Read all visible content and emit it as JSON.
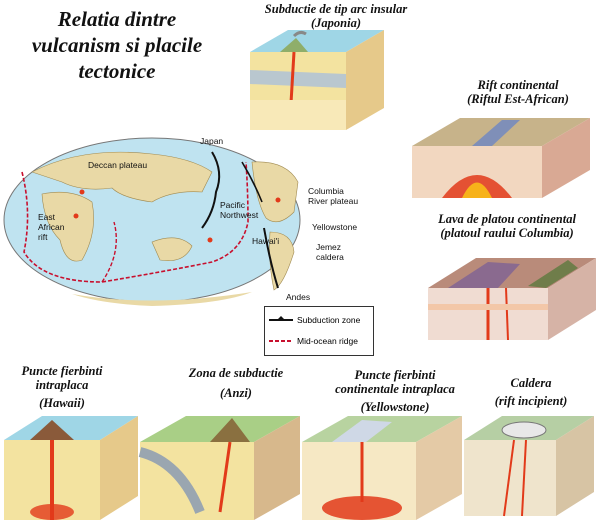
{
  "title": {
    "line1": "Relatia dintre",
    "line2": "vulcanism si placile",
    "line3": "tectonice"
  },
  "labels": {
    "arc_line1": "Subductie de tip arc insular",
    "arc_line2": "(Japonia)",
    "rift_line1": "Rift continental",
    "rift_line2": "(Riftul Est-African)",
    "plateau_line1": "Lava de platou continental",
    "plateau_line2": "(platoul raului Columbia)",
    "hawaii_line1": "Puncte fierbinti",
    "hawaii_line2": "intraplaca",
    "hawaii_line3": "(Hawaii)",
    "andes_line1": "Zona de subductie",
    "andes_line2": "(Anzi)",
    "yellowstone_line1": "Puncte fierbinti",
    "yellowstone_line2": "continentale intraplaca",
    "yellowstone_line3": "(Yellowstone)",
    "caldera_line1": "Caldera",
    "caldera_line2": "(rift incipient)"
  },
  "map_labels": {
    "japan": "Japan",
    "deccan": "Deccan plateau",
    "columbia1": "Columbia",
    "columbia2": "River plateau",
    "pnw1": "Pacific",
    "pnw2": "Northwest",
    "yellowstone": "Yellowstone",
    "hawaii": "Hawai'i",
    "jemez1": "Jemez",
    "jemez2": "caldera",
    "ear1": "East",
    "ear2": "African",
    "ear3": "rift",
    "andes": "Andes"
  },
  "legend": {
    "subduction": "Subduction zone",
    "ridge": "Mid-ocean ridge"
  },
  "colors": {
    "ocean": "#bfe3f0",
    "land": "#e9d9a6",
    "ridge": "#c8102e",
    "subduction": "#111111",
    "magma": "#e23a1a",
    "crust": "#f3e3a0"
  }
}
